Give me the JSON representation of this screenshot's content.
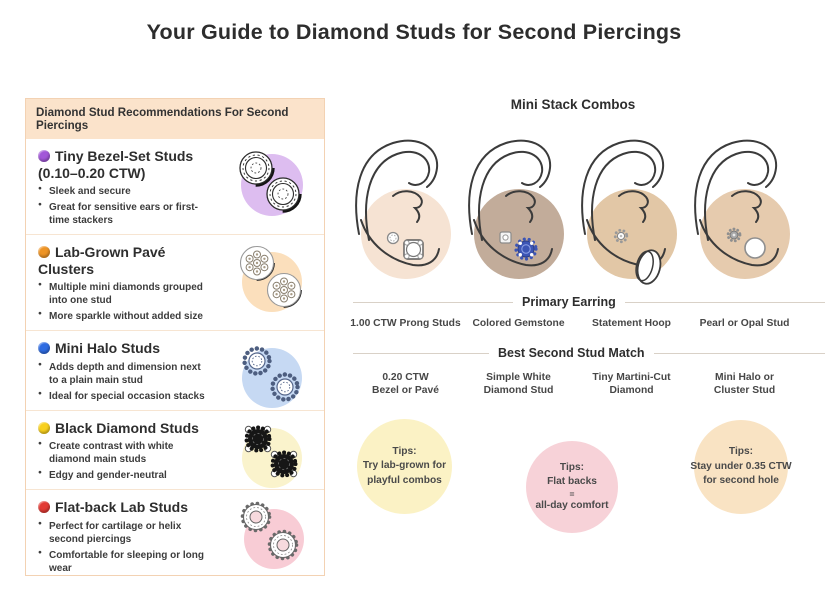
{
  "title": "Your Guide to Diamond Studs for Second Piercings",
  "left_panel": {
    "header": "Diamond Stud Recommendations For Second Piercings",
    "items": [
      {
        "dot_color": "#a257d8",
        "blob_color": "#ddbdf0",
        "title": "Tiny Bezel-Set Studs",
        "subtitle": "(0.10–0.20 CTW)",
        "bullets": [
          "Sleek and secure",
          "Great for sensitive ears or first-time stackers"
        ]
      },
      {
        "dot_color": "#ee9425",
        "blob_color": "#fbdfbc",
        "title": "Lab-Grown Pavé Clusters",
        "subtitle": "",
        "bullets": [
          "Multiple mini diamonds grouped into one stud",
          "More sparkle without added size"
        ]
      },
      {
        "dot_color": "#2f6ce2",
        "blob_color": "#c6d9f3",
        "title": "Mini Halo Studs",
        "subtitle": "",
        "bullets": [
          "Adds depth and dimension next to a plain main stud",
          "Ideal for special occasion stacks"
        ]
      },
      {
        "dot_color": "#f8d01d",
        "blob_color": "#faf3cc",
        "title": "Black Diamond Studs",
        "subtitle": "",
        "bullets": [
          "Create contrast with white diamond main studs",
          "Edgy and gender-neutral"
        ]
      },
      {
        "dot_color": "#e23b35",
        "blob_color": "#f8ccd5",
        "title": "Flat-back Lab Studs",
        "subtitle": "",
        "bullets": [
          "Perfect for cartilage or helix second piercings",
          "Comfortable for sleeping or long wear"
        ]
      }
    ]
  },
  "right_panel": {
    "title": "Mini Stack Combos",
    "ear_skin_tones": [
      "#f6e3d3",
      "#c2ac9a",
      "#e2c7a6",
      "#e6cbae"
    ],
    "gemstone_color": "#3c55b5",
    "primary_divider": "Primary Earring",
    "primary_labels": [
      "1.00 CTW Prong Studs",
      "Colored Gemstone",
      "Statement Hoop",
      "Pearl or Opal Stud"
    ],
    "second_divider": "Best Second Stud Match",
    "second_labels": [
      {
        "line1": "0.20 CTW",
        "line2": "Bezel or Pavé"
      },
      {
        "line1": "Simple White",
        "line2": "Diamond Stud"
      },
      {
        "line1": "Tiny Martini-Cut",
        "line2": "Diamond"
      },
      {
        "line1": "Mini Halo or",
        "line2": "Cluster Stud"
      }
    ],
    "tips": [
      {
        "color": "#fbf2c5",
        "label": "Tips:",
        "lines": [
          "Try lab-grown for",
          "playful combos"
        ]
      },
      {
        "color": "#f7d2d8",
        "label": "Tips:",
        "lines": [
          "Flat backs",
          "=",
          "all-day comfort"
        ]
      },
      {
        "color": "#f9e3c3",
        "label": "Tips:",
        "lines": [
          "Stay under 0.35 CTW",
          "for second hole"
        ]
      }
    ]
  }
}
